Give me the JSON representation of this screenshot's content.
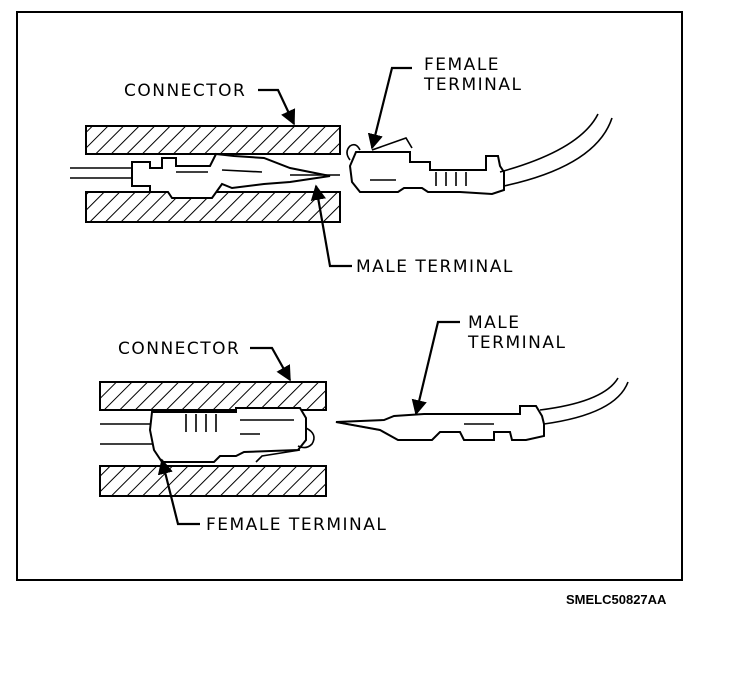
{
  "figure_code": "SMELC50827AA",
  "top_view": {
    "connector_label": "CONNECTOR",
    "female_terminal_label": [
      "FEMALE",
      "TERMINAL"
    ],
    "male_terminal_label": "MALE TERMINAL"
  },
  "bottom_view": {
    "connector_label": "CONNECTOR",
    "male_terminal_label": [
      "MALE",
      "TERMINAL"
    ],
    "female_terminal_label": "FEMALE TERMINAL"
  }
}
